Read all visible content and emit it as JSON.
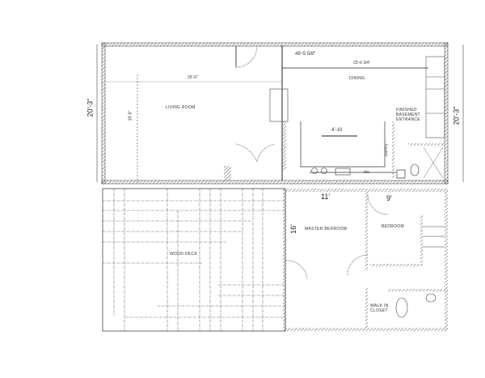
{
  "rooms": {
    "living_room": "LIVING ROOM",
    "dining": "DINING",
    "basement_entrance": [
      "FINISHED",
      "BASEMENT",
      "ENTRANCE"
    ],
    "master_bedroom": "MASTER BEDROOM",
    "bedroom": "BEDROOM",
    "walk_in_closet": [
      "WALK IN",
      "CLOSET"
    ],
    "deck": "WOOD DECK",
    "pantry": "pantry",
    "dw": "dw"
  },
  "dimensions": {
    "left_height": "20'-3\"",
    "right_height": "20'-3\"",
    "overall_width": "49'-5 5/8\"",
    "dining_width": "23'-6 3/4\"",
    "living_width": "25'-0\"",
    "living_height": "19'-9\"",
    "island": "4'-10",
    "master_width": "11'",
    "master_height": "16'",
    "bedroom_width": "9'"
  },
  "colors": {
    "line": "#222222",
    "hatch": "#555555",
    "grid": "#666666"
  }
}
